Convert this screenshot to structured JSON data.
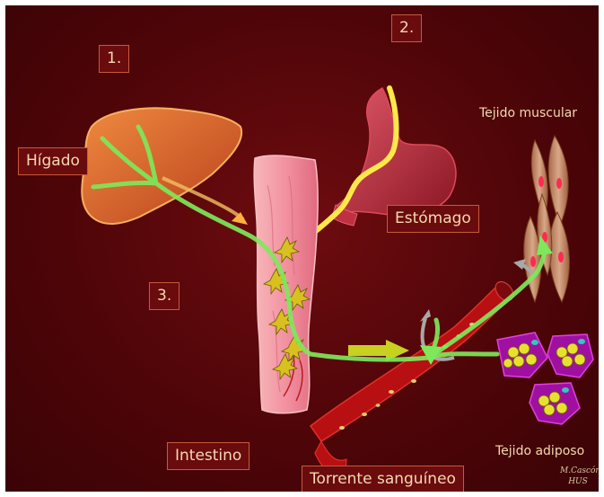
{
  "labels": {
    "step1": "1.",
    "step2": "2.",
    "step3": "3.",
    "liver": "Hígado",
    "stomach": "Estómago",
    "muscle": "Tejido muscular",
    "intestine": "Intestino",
    "bloodstream": "Torrente sanguíneo",
    "adipose": "Tejido adiposo"
  },
  "credit": {
    "line1": "M.Cascón",
    "line2": "HUS"
  },
  "colors": {
    "background": "#4f0508",
    "liver": "#d9622a",
    "intestine": "#f3a0a6",
    "stomach": "#c03040",
    "vessel": "#b80f12",
    "flow_arrow": "#7ee85a",
    "stomach_path": "#ffe84a",
    "muscle_cell": "#c08060",
    "adipose_cell": "#a010a0"
  }
}
